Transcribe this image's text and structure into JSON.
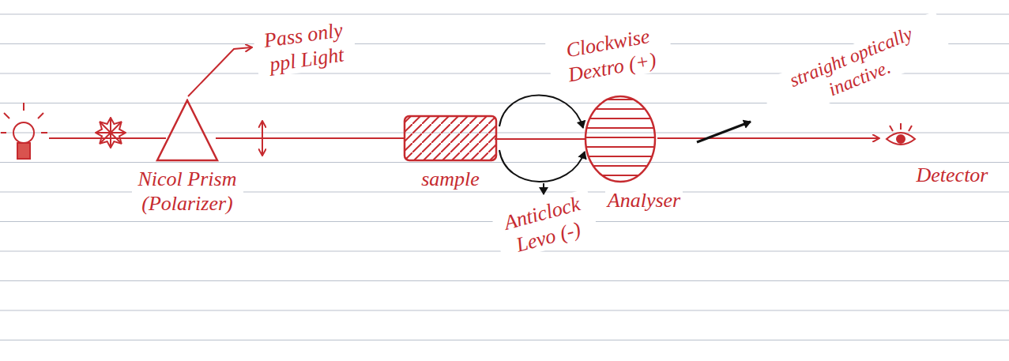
{
  "diagram": {
    "nodes": [
      {
        "text": [
          "Nicol Prism (Polarizer)"
        ]
      },
      {
        "text": [
          "sample"
        ]
      },
      {
        "text": [
          "Analyser"
        ]
      }
    ],
    "edges": [
      {
        "from": 0,
        "to": 1,
        "arrow": "none"
      },
      {
        "from": 1,
        "to": 2,
        "arrow": "none"
      }
    ],
    "labels": [
      "Pass only ppl Light",
      "Clockwise Dextro (+)",
      "Anticlock Levo (-)",
      "straight optically inactive.",
      "Detector"
    ]
  }
}
